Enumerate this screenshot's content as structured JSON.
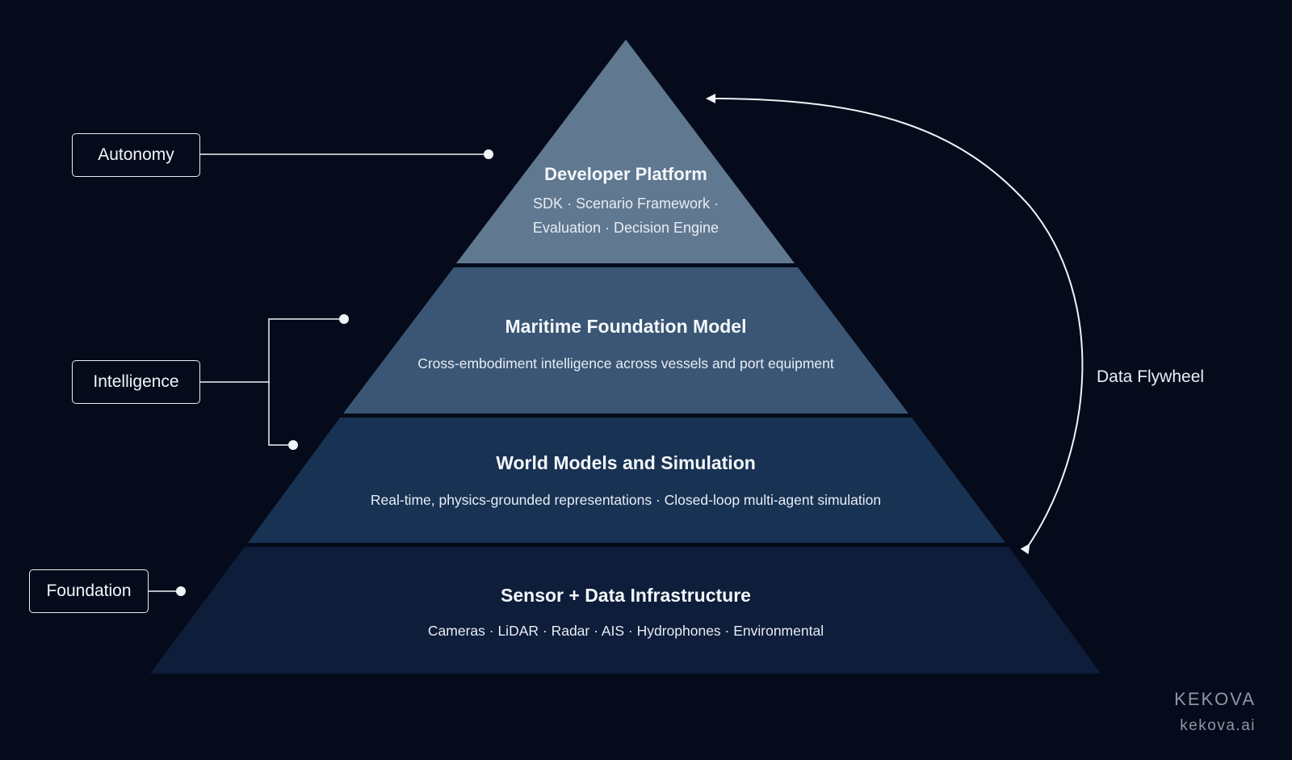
{
  "colors": {
    "background": "#050b1a",
    "tier_top": "#607890",
    "tier_second": "#3a5674",
    "tier_third": "#183253",
    "tier_bottom": "#0d1d3a",
    "line": "#f0f3f8"
  },
  "tiers": [
    {
      "title": "Developer Platform",
      "line1": "SDK · Scenario Framework ·",
      "line2": "Evaluation · Decision Engine"
    },
    {
      "title": "Maritime Foundation Model",
      "line1": "Cross-embodiment intelligence across vessels and port equipment"
    },
    {
      "title": "World Models and Simulation",
      "line1": "Real-time, physics-grounded representations · Closed-loop multi-agent simulation"
    },
    {
      "title": "Sensor + Data Infrastructure",
      "line1": "Cameras · LiDAR · Radar · AIS · Hydrophones · Environmental"
    }
  ],
  "side_labels": {
    "autonomy": "Autonomy",
    "intelligence": "Intelligence",
    "foundation": "Foundation"
  },
  "flywheel_label": "Data Flywheel",
  "brand": {
    "name": "KEKOVA",
    "url": "kekova.ai"
  }
}
